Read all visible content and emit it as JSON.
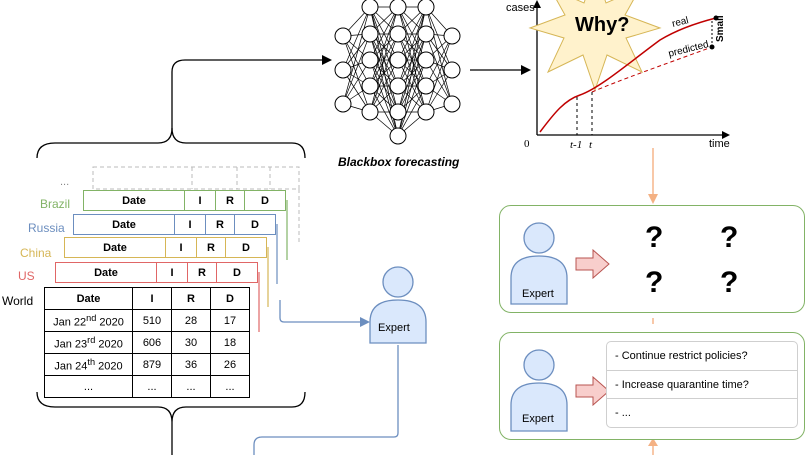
{
  "forecast_label": "Blackbox forecasting",
  "chart": {
    "ylabel": "cases",
    "xlabel": "time",
    "origin": "0",
    "tick_prev": "t-1",
    "tick_t": "t",
    "real_label": "real",
    "predicted_label": "predicted",
    "small_label": "Small",
    "why_label": "Why?"
  },
  "countries": [
    {
      "name": "Brazil",
      "color": "#82b366"
    },
    {
      "name": "Russia",
      "color": "#6c8ebf"
    },
    {
      "name": "China",
      "color": "#d6b656"
    },
    {
      "name": "US",
      "color": "#e06666"
    }
  ],
  "ellipsis_top": "...",
  "header_cols": [
    "Date",
    "I",
    "R",
    "D"
  ],
  "world": {
    "label": "World",
    "rows": [
      {
        "date": "Jan 22",
        "suffix": "nd",
        "year": " 2020",
        "i": "510",
        "r": "28",
        "d": "17"
      },
      {
        "date": "Jan 23",
        "suffix": "rd",
        "year": " 2020",
        "i": "606",
        "r": "30",
        "d": "18"
      },
      {
        "date": "Jan 24",
        "suffix": "th",
        "year": " 2020",
        "i": "879",
        "r": "36",
        "d": "26"
      },
      {
        "date": "...",
        "suffix": "",
        "year": "",
        "i": "...",
        "r": "...",
        "d": "..."
      }
    ]
  },
  "expert_label": "Expert",
  "question_mark": "?",
  "arrow_color": "#f8cecc",
  "options": [
    "- Continue restrict policies?",
    "- Increase quarantine time?",
    "- ..."
  ],
  "colors": {
    "panel_border": "#82b366",
    "person_fill": "#dae8fc",
    "person_stroke": "#6c8ebf",
    "star_fill": "#fff2cc",
    "real_line": "#c00000",
    "link_orange": "#f4b183"
  }
}
